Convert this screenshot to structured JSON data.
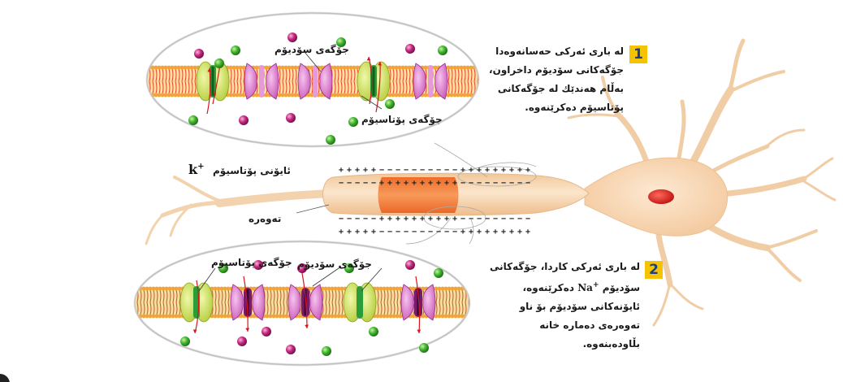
{
  "top_panel": {
    "label_sodium_channel": "جۆگەی سۆدیۆم",
    "label_potassium_channel": "جۆگەی پۆتاسیۆم",
    "label_potassium_ion": "ئایۆنی پۆتاسیۆم",
    "ion_symbol": "k",
    "ion_charge": "+"
  },
  "bottom_panel": {
    "label_sodium_channel": "جۆگەی سۆدیۆم",
    "label_potassium_channel": "جۆگەی پۆتاسیۆم"
  },
  "axon_label": "تەوەرە",
  "signs": {
    "plus": "+",
    "minus": "−"
  },
  "step1": {
    "number": "1",
    "lines": [
      "لە باری ئەرکی حەسانەوەدا",
      "جۆگەکانی سۆدیۆم داخراون،",
      "بەڵام هەندێك لە جۆگەکانی",
      "پۆتاسیۆم دەکرێنەوە."
    ]
  },
  "step2": {
    "number": "2",
    "line1": "لە باری ئەرکی کاردا، جۆگەکانی",
    "line2_text": "سۆدیۆم",
    "line2_ion": "Na",
    "line2_charge": "+",
    "line2_end": "دەکرێنەوە،",
    "lines": [
      "ئایۆنەکانی سۆدیۆم بۆ ناو",
      "تەوەرەی دەمارە خانە",
      "بڵاودەبنەوە."
    ]
  },
  "colors": {
    "membrane_head": "#f2a33a",
    "membrane_tail": "#e9432f",
    "potassium_channel": "#c8dc3c",
    "sodium_channel": "#d56ec3",
    "neuron_body": "#f6d9b6",
    "depolarized_zone": "#f0783a",
    "nucleus": "#d81818",
    "badge": "#f6c300"
  }
}
